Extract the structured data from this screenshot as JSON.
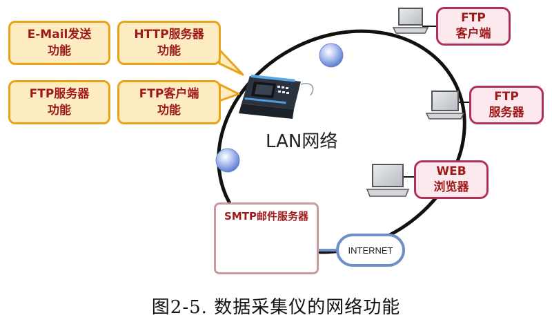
{
  "callouts": {
    "email": [
      "E-Mail发送",
      "功能"
    ],
    "http": [
      "HTTP服务器",
      "功能"
    ],
    "ftp_server": [
      "FTP服务器",
      "功能"
    ],
    "ftp_client": [
      "FTP客户端",
      "功能"
    ]
  },
  "network": {
    "lan_label": "LAN网络",
    "ftp_client": [
      "FTP",
      "客户端"
    ],
    "ftp_server": [
      "FTP",
      "服务器"
    ],
    "web": [
      "WEB",
      "浏览器"
    ],
    "smtp_server": "SMTP邮件服务器",
    "internet": "INTERNET"
  },
  "caption": "图2-5. 数据采集仪的网络功能",
  "colors": {
    "callout_fill": "#fdecc2",
    "callout_border": "#e8a319",
    "role_border": "#b13056",
    "role_text": "#9e1a1a",
    "lan_ring": "#111111",
    "internet_border": "#6f8fc8",
    "node_blue": "#7d9de0"
  }
}
